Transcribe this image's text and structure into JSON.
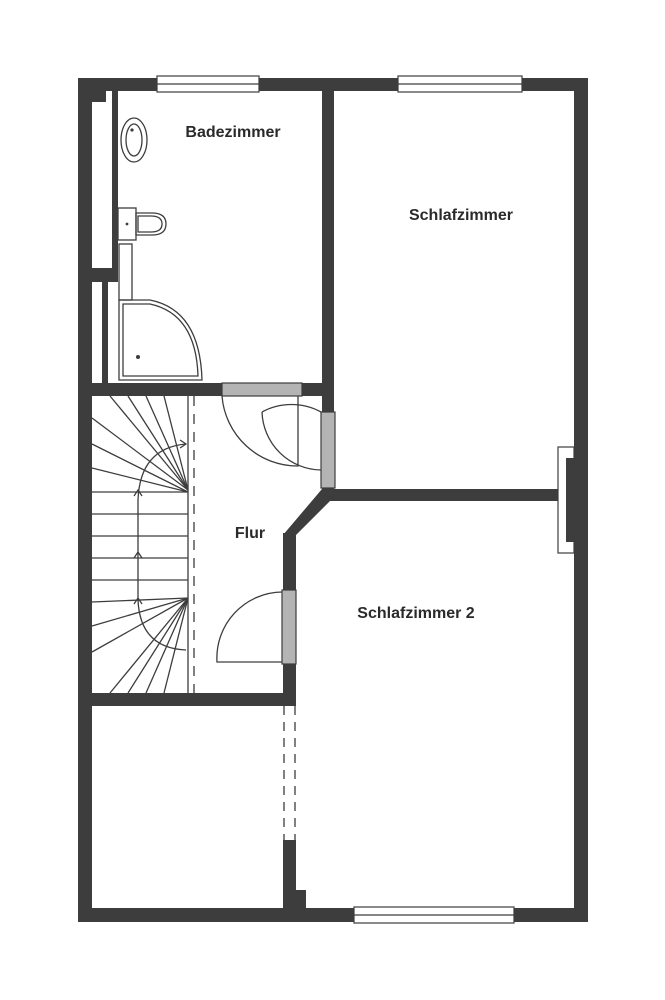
{
  "rooms": {
    "bathroom": "Badezimmer",
    "bedroom": "Schlafzimmer",
    "hallway": "Flur",
    "bedroom2": "Schlafzimmer 2"
  },
  "colors": {
    "wall": "#3d3d3d",
    "door": "#b4b4b4",
    "background": "#ffffff"
  },
  "fixtures": [
    "sink-icon",
    "toilet-icon",
    "shower-icon",
    "staircase"
  ]
}
